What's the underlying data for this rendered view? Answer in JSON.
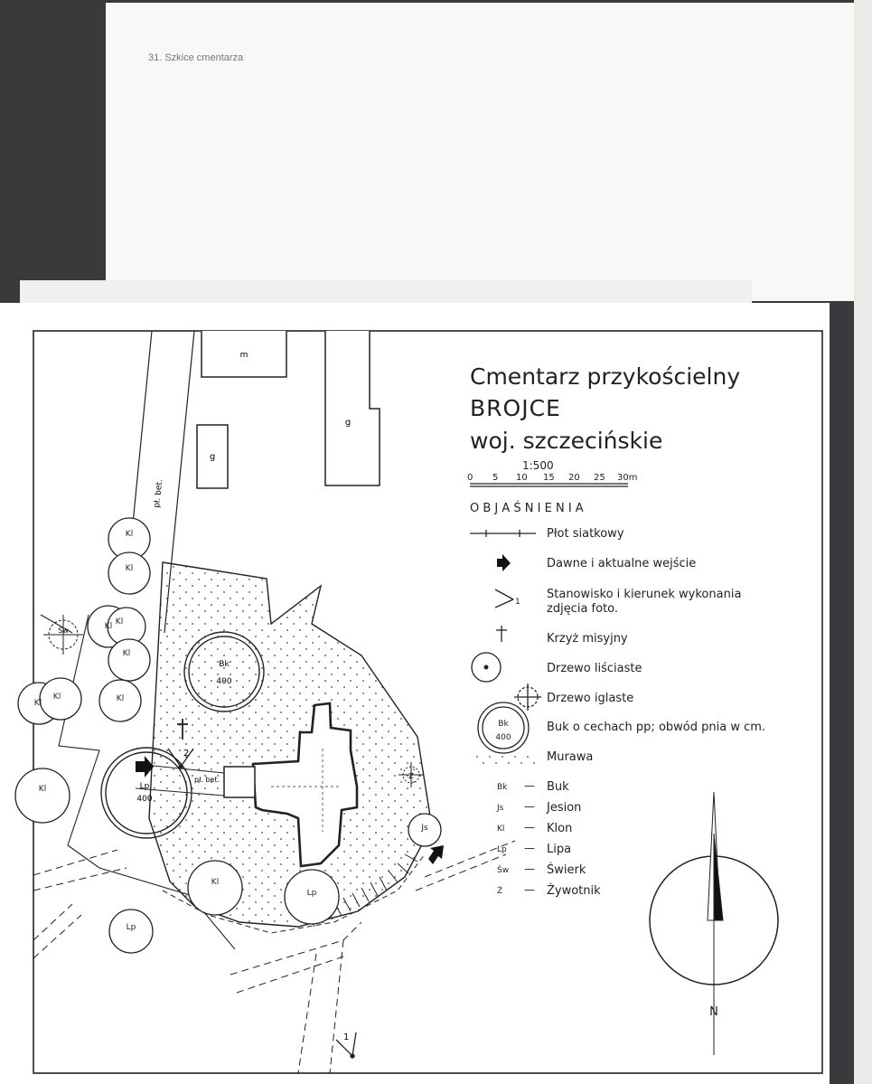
{
  "page_caption": "31. Szkice cmentarza",
  "map": {
    "title_line1": "Cmentarz przykościelny",
    "title_line2": "BROJCE",
    "title_line3": "woj. szczecińskie",
    "scale_ratio": "1:500",
    "scale_ticks": [
      "0",
      "5",
      "10",
      "15",
      "20",
      "25",
      "30m"
    ],
    "legend_heading": "O B J A Ś N I E N I A",
    "legend_items": [
      {
        "symbol": "fence-line",
        "label": "Płot siatkowy"
      },
      {
        "symbol": "entrance-arrow",
        "label": "Dawne i aktualne wejście"
      },
      {
        "symbol": "photo-station",
        "label_line1": "Stanowisko i kierunek wykonania",
        "label_line2": "zdjęcia foto."
      },
      {
        "symbol": "mission-cross",
        "label": "Krzyż misyjny"
      },
      {
        "symbol": "deciduous-tree",
        "label": "Drzewo liściaste"
      },
      {
        "symbol": "coniferous-tree",
        "label": "Drzewo iglaste"
      },
      {
        "symbol": "monument-beech",
        "label": "Buk o cechach pp; obwód pnia w cm."
      },
      {
        "symbol": "lawn",
        "label": "Murawa"
      }
    ],
    "legend_symbol_numbers": {
      "photo": "1",
      "beech_code": "Bk",
      "beech_circ": "400"
    },
    "species": [
      {
        "code": "Bk",
        "dash": "—",
        "name": "Buk"
      },
      {
        "code": "Js",
        "dash": "—",
        "name": "Jesion"
      },
      {
        "code": "Kl",
        "dash": "—",
        "name": "Klon"
      },
      {
        "code": "Lp",
        "dash": "—",
        "name": "Lipa"
      },
      {
        "code": "Św",
        "dash": "—",
        "name": "Świerk"
      },
      {
        "code": "Ż",
        "dash": "—",
        "name": "Żywotnik"
      }
    ],
    "buildings": {
      "m": "m",
      "g1": "g",
      "g2": "g"
    },
    "labels": {
      "fence_top": "pł. bet.",
      "fence_church": "pł. bet.",
      "tree_kl": "Kl",
      "tree_lp": "Lp",
      "tree_js": "Js",
      "tree_sw": "Św",
      "tree_z": "Ż",
      "tree_bk": "Bk",
      "bk_circ": "400",
      "lp_circ": "400",
      "photo_1": "1",
      "photo_2": "2",
      "north": "N"
    }
  }
}
